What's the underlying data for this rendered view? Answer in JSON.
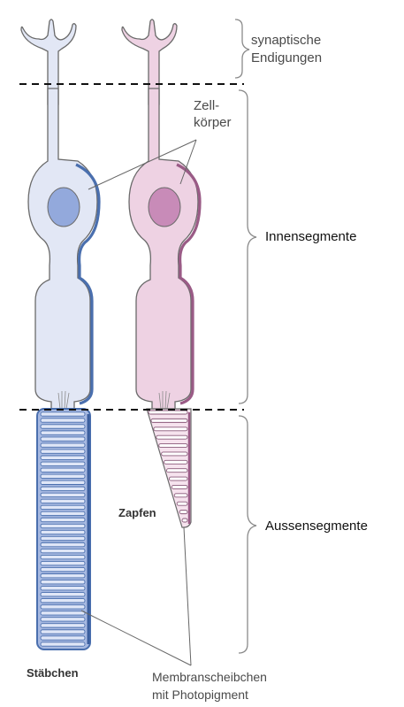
{
  "labels": {
    "synaptic_line1": "synaptische",
    "synaptic_line2": "Endigungen",
    "cell_body_line1": "Zell-",
    "cell_body_line2": "körper",
    "inner_segments": "Innensegmente",
    "outer_segments": "Aussensegmente",
    "cone": "Zapfen",
    "rod": "Stäbchen",
    "discs_line1": "Membranscheibchen",
    "discs_line2": "mit Photopigment"
  },
  "colors": {
    "rod_fill": "#e2e7f5",
    "rod_edge": "#4a6fae",
    "rod_nucleus": "#93a9dc",
    "rod_outer_fill": "#a7b9e1",
    "cone_fill": "#eed2e3",
    "cone_edge": "#9a5b86",
    "cone_nucleus": "#c88bb8",
    "outline": "#6a6a6a",
    "divider": "#111111",
    "brace": "#8a8a8a"
  },
  "structure": {
    "rod_disc_count": 38,
    "cone_disc_count": 14
  }
}
